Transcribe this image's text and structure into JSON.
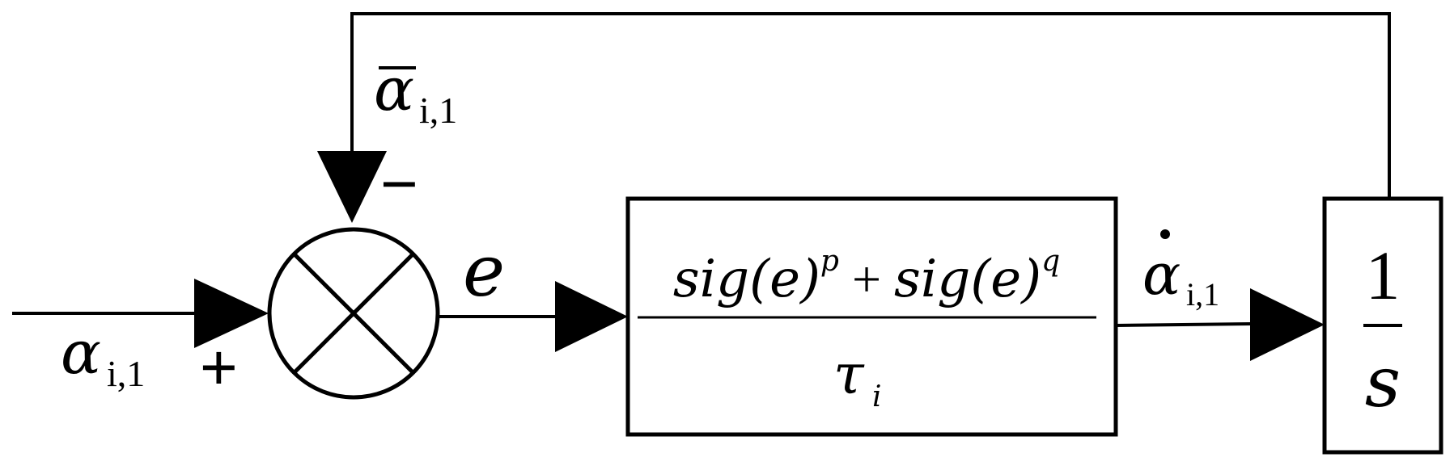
{
  "input_signal": {
    "symbol": "α",
    "subscript": "i,1"
  },
  "feedback_signal": {
    "symbol": "α",
    "subscript": "i,1"
  },
  "summing_junction": {
    "plus_sign": "+",
    "minus_sign": "−"
  },
  "error_signal": {
    "symbol": "e"
  },
  "transfer_block": {
    "numerator": {
      "term1": "sig(e)",
      "exp1": "p",
      "plus": " + ",
      "term2": "sig(e)",
      "exp2": "q"
    },
    "denominator": {
      "symbol": "τ",
      "subscript": "i"
    }
  },
  "derivative_signal": {
    "symbol": "α",
    "subscript": "i,1"
  },
  "integrator_block": {
    "numerator": "1",
    "denominator": "s"
  }
}
